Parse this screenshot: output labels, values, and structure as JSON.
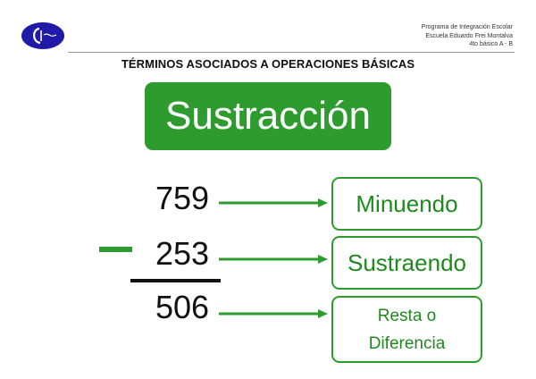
{
  "header": {
    "lines": [
      "Programa de Integración Escolar",
      "Escuela Eduardo Frei Montalva",
      "4to básico A - B"
    ]
  },
  "heading": "TÉRMINOS ASOCIADOS A OPERACIONES BÁSICAS",
  "title": "Sustracción",
  "numbers": {
    "minuend": "759",
    "subtrahend": "253",
    "result": "506"
  },
  "terms": {
    "minuend": "Minuendo",
    "subtrahend": "Sustraendo",
    "result_line1": "Resta o",
    "result_line2": "Diferencia"
  },
  "colors": {
    "accent_green": "#2e9b2e",
    "logo_blue": "#1f1aa8"
  },
  "icons": {
    "logo": "school-logo-icon",
    "operator": "minus-sign-icon",
    "arrows": "right-arrow-icon"
  }
}
